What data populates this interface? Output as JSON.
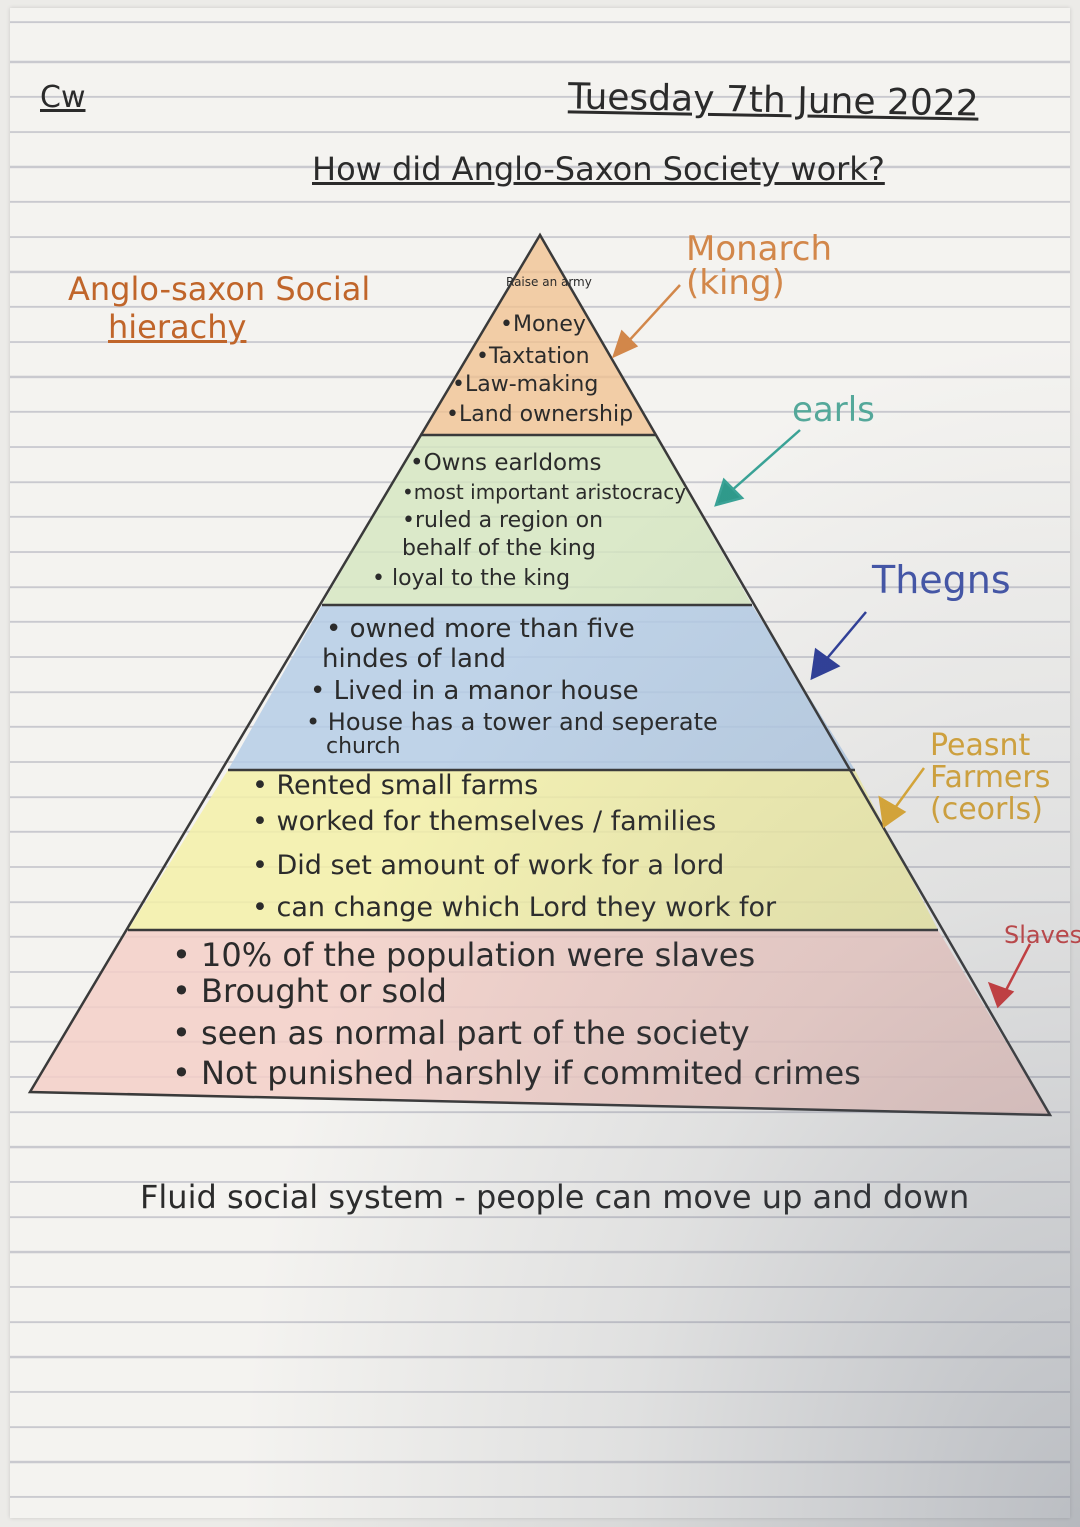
{
  "header": {
    "corner": "Cw",
    "date": "Tuesday 7th June 2022",
    "title": "How did Anglo-Saxon Society work?"
  },
  "subtitle": [
    "Anglo-saxon Social",
    "hierachy"
  ],
  "tiers": [
    {
      "label": [
        "Monarch",
        "(king)"
      ],
      "label_color": "#d2874a",
      "fill": "#f2c08e",
      "bullets": [
        "Raise an army",
        "•Money",
        "•Taxtation",
        "•Law-making",
        "•Land ownership"
      ]
    },
    {
      "label": [
        "earls"
      ],
      "label_color": "#54a89a",
      "fill": "#d5e6bf",
      "bullets": [
        "•Owns earldoms",
        "•most important aristocracy",
        "•ruled a region on",
        "behalf of the king",
        "• loyal to the king"
      ]
    },
    {
      "label": [
        "Thegns"
      ],
      "label_color": "#4456a8",
      "fill": "#b5cde6",
      "bullets": [
        "• owned more than five",
        "hindes of land",
        "• Lived in a manor house",
        "• House has a tower and seperate",
        "church"
      ]
    },
    {
      "label": [
        "Peasnt",
        "Farmers",
        "(ceorls)"
      ],
      "label_color": "#d9a73a",
      "fill": "#f3f0a8",
      "bullets": [
        "• Rented small farms",
        "• worked for themselves / families",
        "• Did set amount of work for a lord",
        "• can change which Lord they work for"
      ]
    },
    {
      "label": [
        "Slaves"
      ],
      "label_color": "#c94545",
      "fill": "#f3cfc8",
      "bullets": [
        "• 10% of the population were slaves",
        "• Brought or sold",
        "• seen as normal part of the society",
        "• Not punished harshly if commited crimes"
      ]
    }
  ],
  "footer": "Fluid social system - people can move up and down"
}
